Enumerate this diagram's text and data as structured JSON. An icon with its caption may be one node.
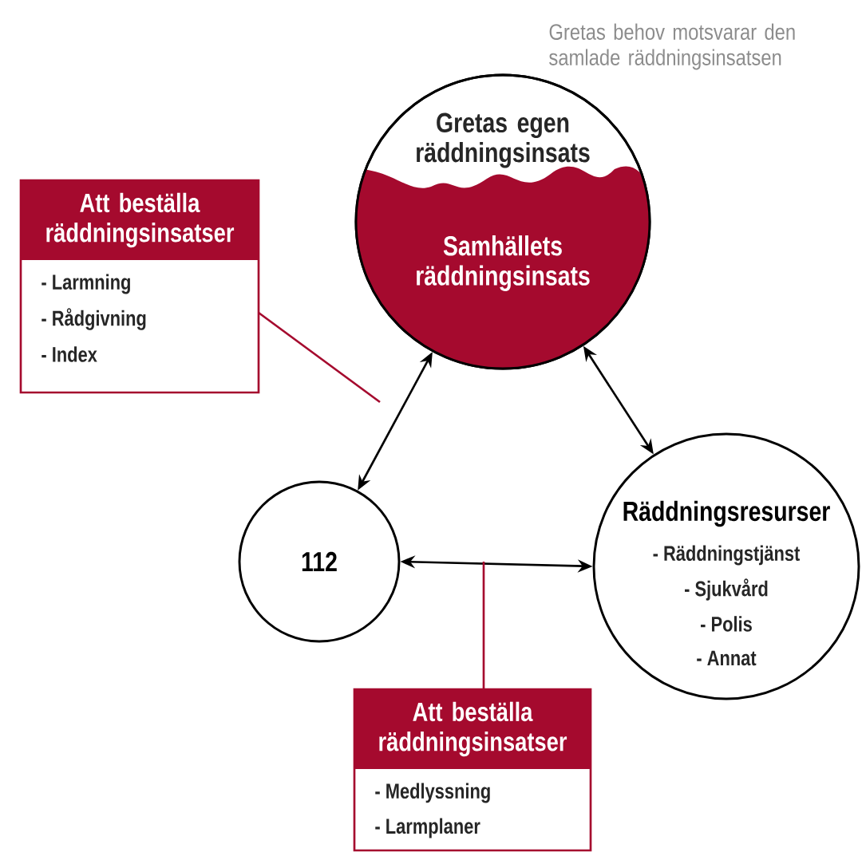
{
  "diagram": {
    "nodes": [
      {
        "text": [
          "Gretas egen räddningsinsats",
          "Samhällets räddningsinsats"
        ]
      },
      {
        "text": [
          "Att beställa räddningsinsatser",
          "- Larmning",
          "- Rådgivning",
          "- Index"
        ]
      },
      {
        "text": [
          "112"
        ]
      },
      {
        "text": [
          "Räddningsresurser",
          "- Räddningstjänst",
          "- Sjukvård",
          "- Polis",
          "- Annat"
        ]
      },
      {
        "text": [
          "Att beställa räddningsinsatser",
          "- Medlyssning",
          "- Larmplaner"
        ]
      }
    ],
    "edges": [
      {
        "from": 2,
        "to": 0,
        "arrow": "both"
      },
      {
        "from": 0,
        "to": 3,
        "arrow": "both"
      },
      {
        "from": 2,
        "to": 3,
        "arrow": "both"
      },
      {
        "from": 1,
        "to": null,
        "arrow": "none",
        "color": "#a50a2e"
      },
      {
        "from": 4,
        "to": null,
        "arrow": "none",
        "color": "#a50a2e"
      }
    ],
    "labels": [
      "Gretas behov motsvarar den samlade räddningsinsatsen"
    ]
  }
}
